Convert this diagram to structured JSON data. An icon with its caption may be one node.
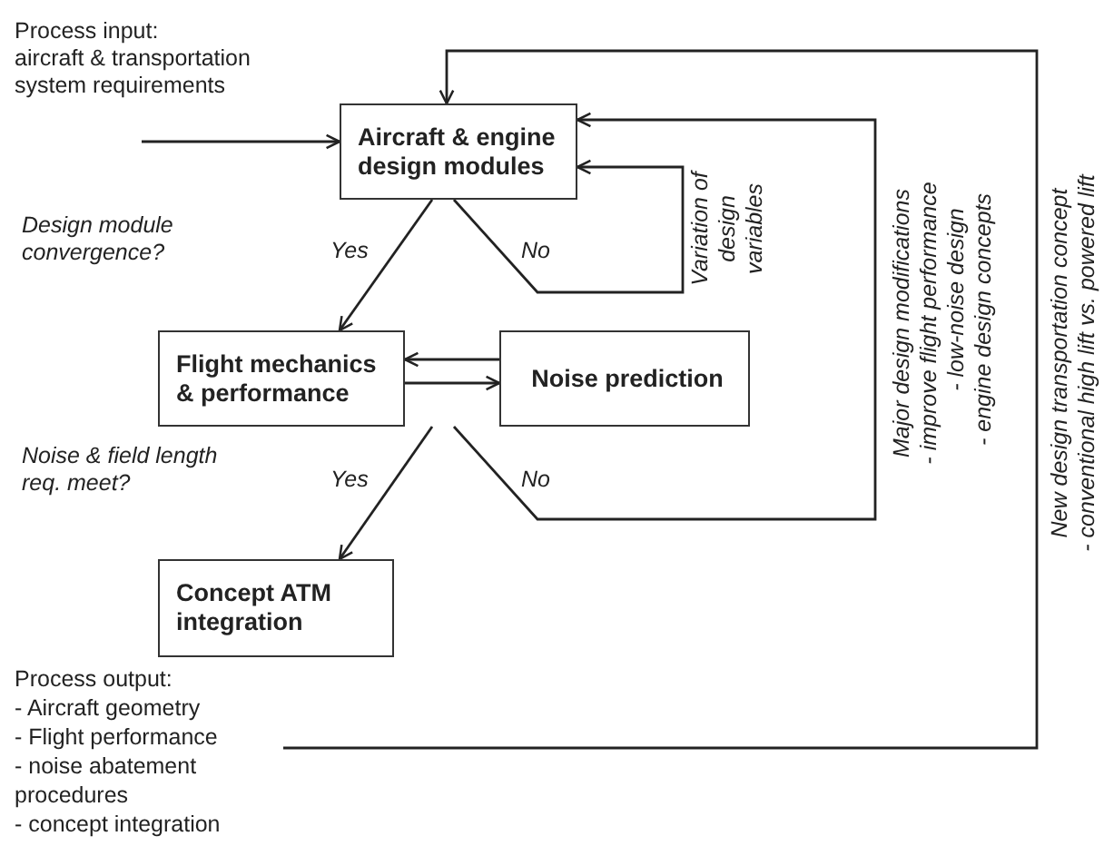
{
  "diagram": {
    "nodes": [
      {
        "text": [
          "Aircraft & engine design modules"
        ]
      },
      {
        "text": [
          "Flight mechanics & performance"
        ]
      },
      {
        "text": [
          "Noise prediction"
        ]
      },
      {
        "text": [
          "Concept ATM integration"
        ]
      },
      {
        "text": [
          "Process output:",
          "- Aircraft geometry",
          "- Flight performance",
          "- noise abatement procedures",
          "- concept integration"
        ]
      }
    ],
    "edges": [
      {
        "from": null,
        "to": 0,
        "arrow": "to"
      },
      {
        "from": 0,
        "to": 1,
        "arrow": "to",
        "label": "Yes"
      },
      {
        "from": 0,
        "to": 0,
        "arrow": "to",
        "label": "No"
      },
      {
        "from": 2,
        "to": 1,
        "arrow": "to"
      },
      {
        "from": 1,
        "to": 2,
        "arrow": "to"
      },
      {
        "from": 1,
        "to": 3,
        "arrow": "to",
        "label": "Yes"
      },
      {
        "from": 2,
        "to": 0,
        "arrow": "to",
        "label": "No"
      },
      {
        "from": 4,
        "to": 0,
        "arrow": "to"
      }
    ],
    "labels": [
      "Process input:",
      "aircraft & transportation system requirements",
      "Design module convergence?",
      "Variation of design variables",
      "Major design modifications",
      "- improve flight performance",
      "- low-noise design",
      "- engine design concepts",
      "New design transportation concept",
      "- conventional high lift vs. powered lift",
      "Noise & field length req. meet?"
    ]
  }
}
